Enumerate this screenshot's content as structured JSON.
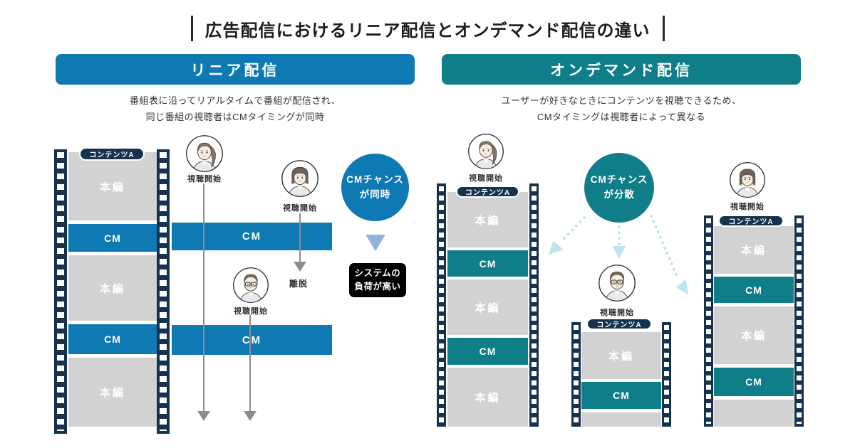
{
  "title": "広告配信におけるリニア配信とオンデマンド配信の違い",
  "colors": {
    "linear_blue": "#0e79b2",
    "ondemand_teal": "#0f7e88",
    "film_navy": "#16334d",
    "segment_gray": "#d2d2d2",
    "triangle_blue": "#8fb3dd",
    "dashed_arrow_teal": "#a9e1e6",
    "note_bg": "#000000"
  },
  "linear": {
    "header": "リニア配信",
    "desc_line1": "番組表に沿ってリアルタイムで番組が配信され、",
    "desc_line2": "同じ番組の視聴者はCMタイミングが同時",
    "strip": {
      "label": "コンテンツA",
      "seg1": "本編",
      "seg2": "CM",
      "seg3": "本編",
      "seg4": "CM",
      "seg5": "本編"
    },
    "viewer1": "視聴開始",
    "viewer2": "視聴開始",
    "viewer3": "視聴開始",
    "exit": "離脱",
    "cm_bar1": "CM",
    "cm_bar2": "CM",
    "circle_line1": "CMチャンス",
    "circle_line2": "が同時",
    "note_line1": "システムの",
    "note_line2": "負荷が高い"
  },
  "ondemand": {
    "header": "オンデマンド配信",
    "desc_line1": "ユーザーが好きなときにコンテンツを視聴できるため、",
    "desc_line2": "CMタイミングは視聴者によって異なる",
    "circle_line1": "CMチャンス",
    "circle_line2": "が分散",
    "strip1": {
      "label": "コンテンツA",
      "viewer": "視聴開始",
      "seg1": "本編",
      "seg2": "CM",
      "seg3": "本編",
      "seg4": "CM",
      "seg5": "本編"
    },
    "strip2": {
      "label": "コンテンツA",
      "viewer": "視聴開始",
      "seg1": "本編",
      "seg2": "CM"
    },
    "strip3": {
      "label": "コンテンツA",
      "viewer": "視聴開始",
      "seg1": "本編",
      "seg2": "CM",
      "seg3": "本編",
      "seg4": "CM"
    }
  }
}
